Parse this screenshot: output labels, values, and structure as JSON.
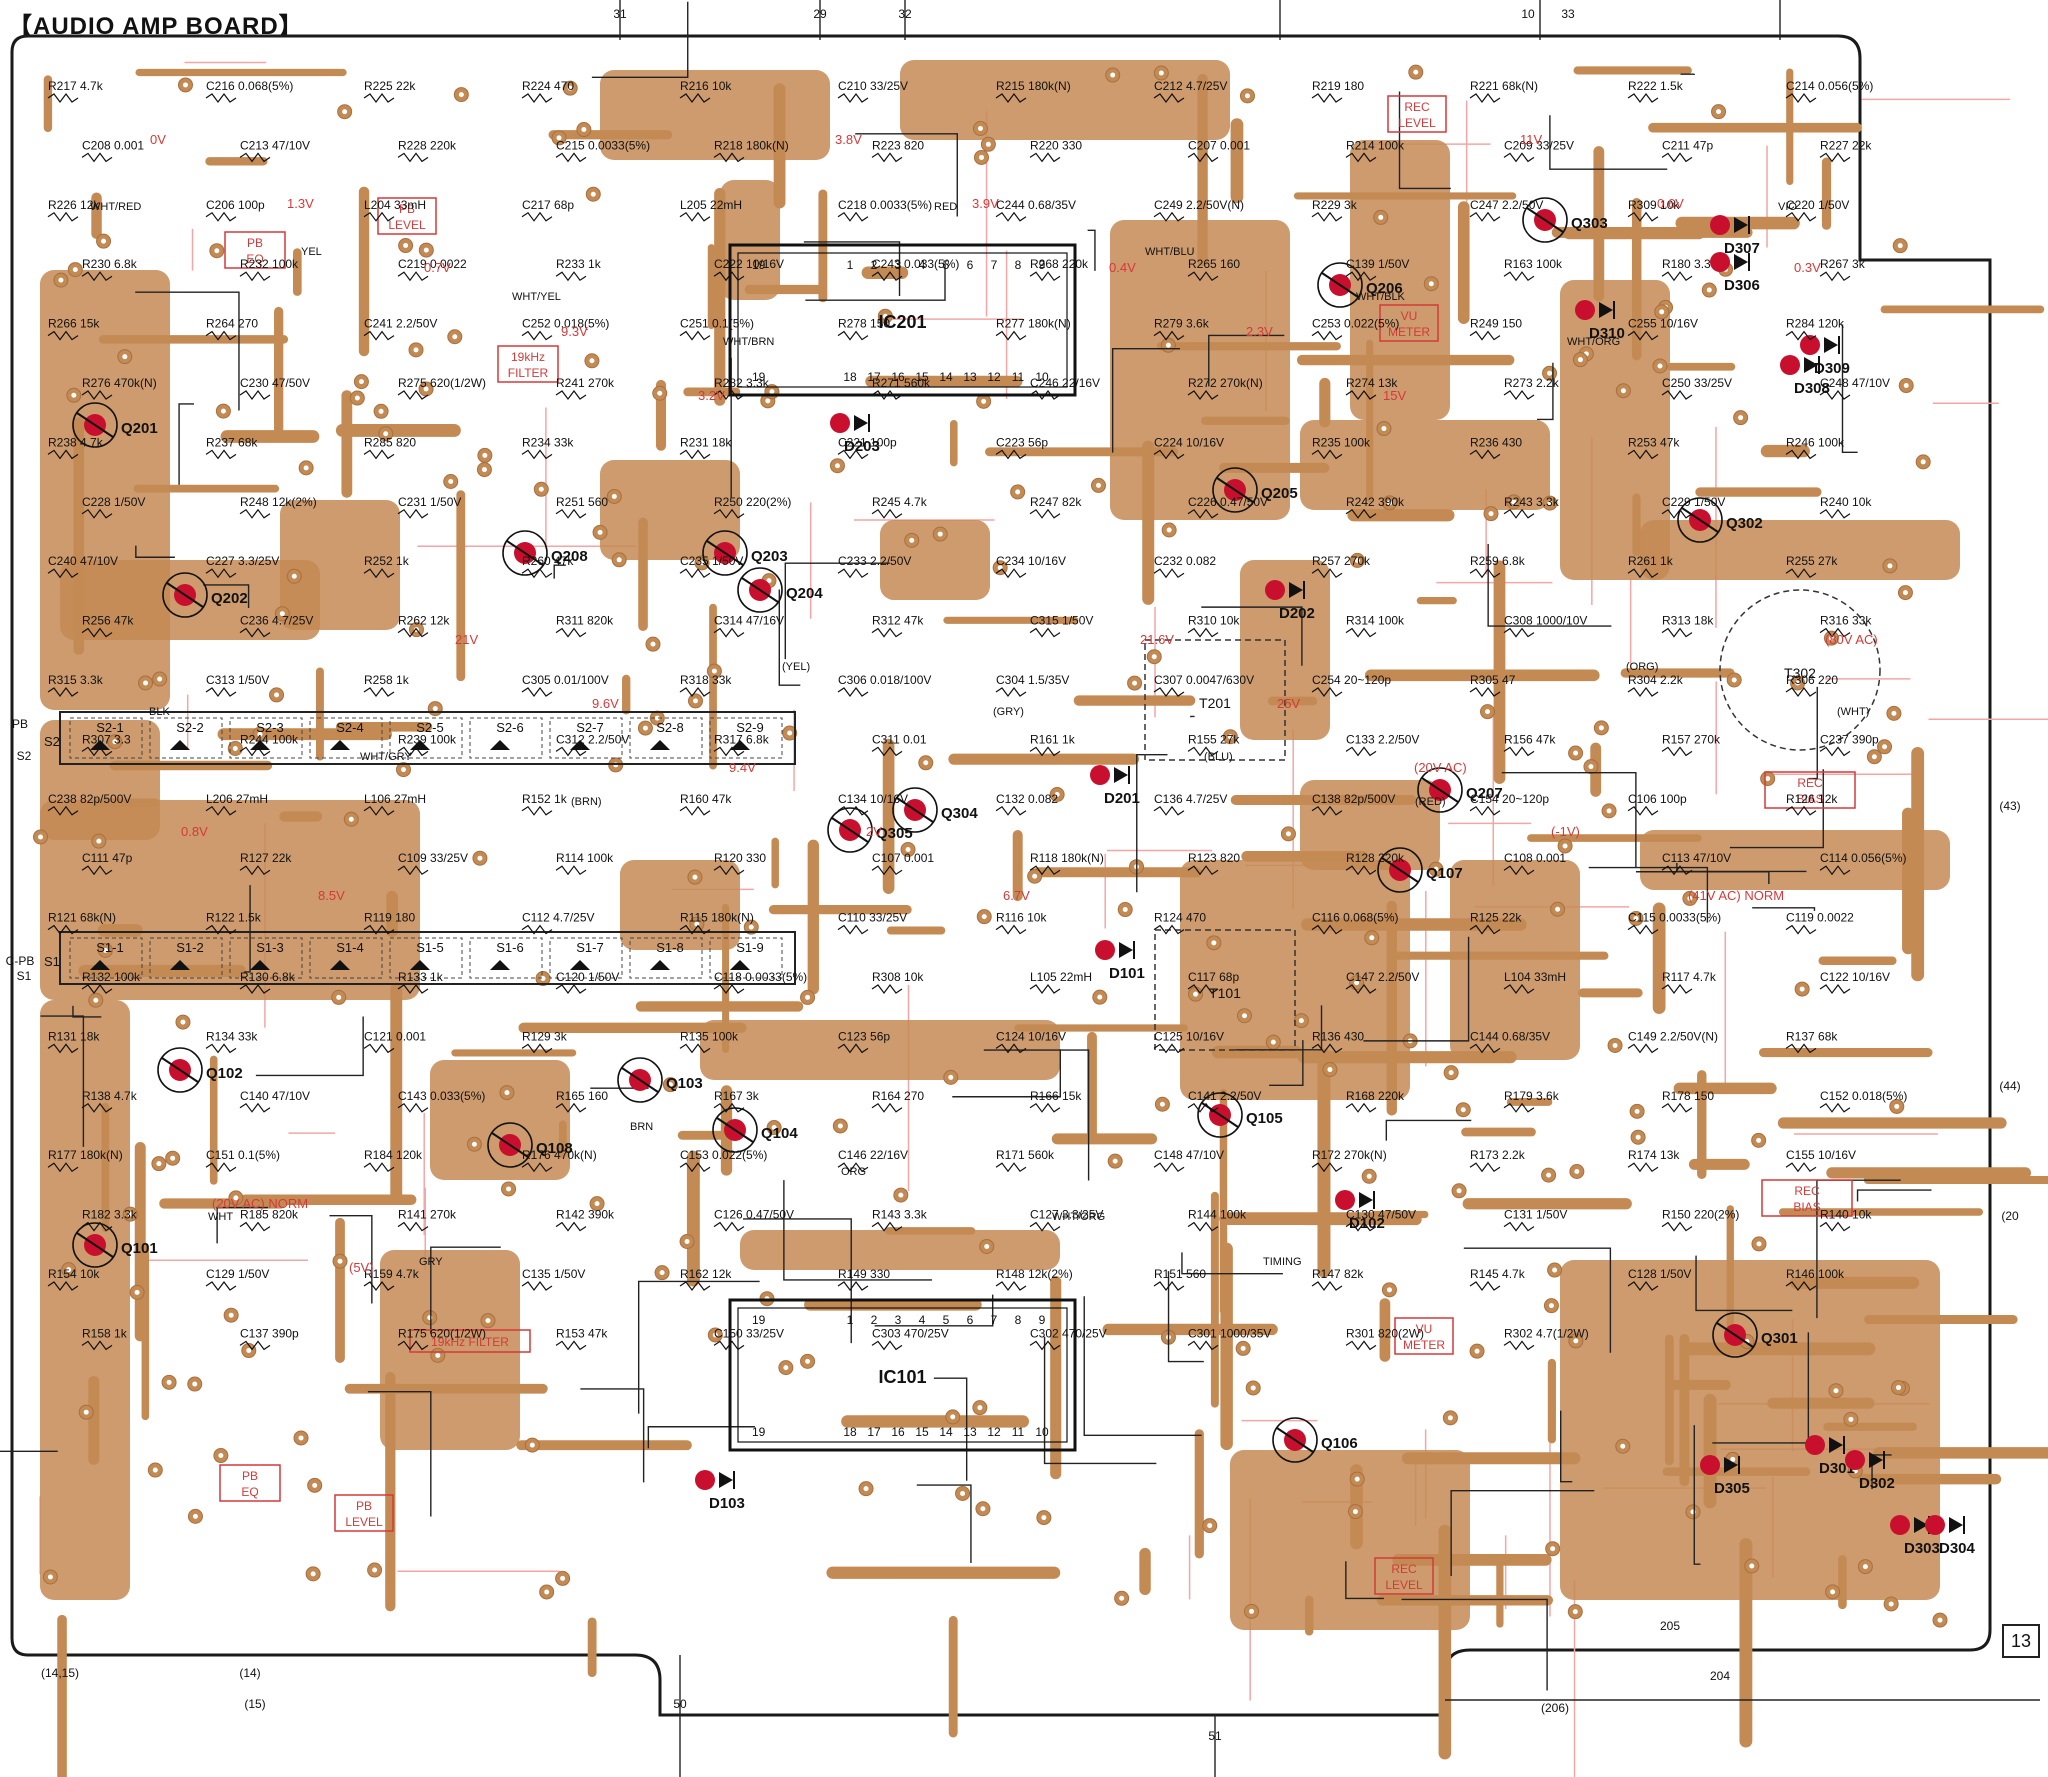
{
  "title": "【AUDIO AMP BOARD】",
  "figure_number": "13",
  "colors": {
    "copper": "#C48A54",
    "copper_dark": "#A8703F",
    "outline": "#1a1a1a",
    "silk_red": "#D43A3A",
    "pink_guide": "#F2A6A6",
    "device_dot": "#C8102E"
  },
  "boxed_labels": [
    {
      "id": "pb-eq-top",
      "text": "PB EQ"
    },
    {
      "id": "pb-level-top",
      "text": "PB LEVEL"
    },
    {
      "id": "filter-19k-top",
      "text": "19kHz FILTER"
    },
    {
      "id": "rec-level-top",
      "text": "REC LEVEL"
    },
    {
      "id": "vu-meter-top",
      "text": "VU METER"
    },
    {
      "id": "rec-bias-1",
      "text": "REC BIAS"
    },
    {
      "id": "rec-bias-2",
      "text": "REC BIAS"
    },
    {
      "id": "pb-eq-bot",
      "text": "PB EQ"
    },
    {
      "id": "pb-level-bot",
      "text": "PB LEVEL"
    },
    {
      "id": "filter-19k-bot",
      "text": "19kHz FILTER"
    },
    {
      "id": "vu-meter-bot",
      "text": "VU METER"
    },
    {
      "id": "rec-level-bot",
      "text": "REC LEVEL"
    }
  ],
  "ics": [
    {
      "id": "ic201",
      "name": "IC201",
      "pin_top_left": "19",
      "pin_bottom_left": "19",
      "pins_top": [
        "1",
        "2",
        "3",
        "4",
        "5",
        "6",
        "7",
        "8",
        "9"
      ],
      "pins_bottom": [
        "18",
        "17",
        "16",
        "15",
        "14",
        "13",
        "12",
        "11",
        "10"
      ]
    },
    {
      "id": "ic101",
      "name": "IC101",
      "pin_top_left": "19",
      "pin_bottom_left": "19",
      "pins_top": [
        "1",
        "2",
        "3",
        "4",
        "5",
        "6",
        "7",
        "8",
        "9"
      ],
      "pins_bottom": [
        "18",
        "17",
        "16",
        "15",
        "14",
        "13",
        "12",
        "11",
        "10"
      ]
    }
  ],
  "transistors": [
    "Q201",
    "Q202",
    "Q208",
    "Q203",
    "Q204",
    "Q205",
    "Q206",
    "Q207",
    "Q303",
    "Q302",
    "Q305",
    "Q304",
    "Q101",
    "Q102",
    "Q108",
    "Q103",
    "Q104",
    "Q105",
    "Q106",
    "Q107",
    "Q301"
  ],
  "diodes": [
    "D203",
    "D202",
    "D201",
    "D101",
    "D102",
    "D103",
    "D307",
    "D306",
    "D310",
    "D309",
    "D308",
    "D305",
    "D301",
    "D302",
    "D303",
    "D304"
  ],
  "transformers": [
    "T201",
    "T101",
    "T302"
  ],
  "switches": {
    "s2": {
      "name": "S2",
      "sections": [
        "S2-1",
        "S2-2",
        "S2-3",
        "S2-4",
        "S2-5",
        "S2-6",
        "S2-7",
        "S2-8",
        "S2-9"
      ]
    },
    "s1": {
      "name": "S1",
      "sections": [
        "S1-1",
        "S1-2",
        "S1-3",
        "S1-4",
        "S1-5",
        "S1-6",
        "S1-7",
        "S1-8",
        "S1-9"
      ]
    }
  },
  "parts": [
    {
      "t": "R217 4.7k"
    },
    {
      "t": "C216 0.068(5%)"
    },
    {
      "t": "R225 22k"
    },
    {
      "t": "R224 470"
    },
    {
      "t": "R216 10k"
    },
    {
      "t": "C210 33/25V"
    },
    {
      "t": "R215 180k(N)"
    },
    {
      "t": "C212 4.7/25V"
    },
    {
      "t": "R219 180"
    },
    {
      "t": "R221 68k(N)"
    },
    {
      "t": "R222 1.5k"
    },
    {
      "t": "C214 0.056(5%)"
    },
    {
      "t": "C208 0.001"
    },
    {
      "t": "C213 47/10V"
    },
    {
      "t": "R228 220k"
    },
    {
      "t": "C215 0.0033(5%)"
    },
    {
      "t": "R218 180k(N)"
    },
    {
      "t": "R223 820"
    },
    {
      "t": "R220 330"
    },
    {
      "t": "C207 0.001"
    },
    {
      "t": "R214 100k"
    },
    {
      "t": "C209 33/25V"
    },
    {
      "t": "C211 47p"
    },
    {
      "t": "R227 22k"
    },
    {
      "t": "R226 12k"
    },
    {
      "t": "C206 100p"
    },
    {
      "t": "L204 33mH"
    },
    {
      "t": "C217 68p"
    },
    {
      "t": "L205 22mH"
    },
    {
      "t": "C218 0.0033(5%)"
    },
    {
      "t": "C244 0.68/35V"
    },
    {
      "t": "C249 2.2/50V(N)"
    },
    {
      "t": "R229 3k"
    },
    {
      "t": "C247 2.2/50V"
    },
    {
      "t": "R309 10k"
    },
    {
      "t": "C220 1/50V"
    },
    {
      "t": "R230 6.8k"
    },
    {
      "t": "R232 100k"
    },
    {
      "t": "C219 0.0022"
    },
    {
      "t": "R233 1k"
    },
    {
      "t": "C222 10/16V"
    },
    {
      "t": "C243 0.033(5%)"
    },
    {
      "t": "R268 220k"
    },
    {
      "t": "R265 160"
    },
    {
      "t": "C139 1/50V"
    },
    {
      "t": "R163 100k"
    },
    {
      "t": "R180 3.3"
    },
    {
      "t": "R267 3k"
    },
    {
      "t": "R266 15k"
    },
    {
      "t": "R264 270"
    },
    {
      "t": "C241 2.2/50V"
    },
    {
      "t": "C252 0.018(5%)"
    },
    {
      "t": "C251 0.1(5%)"
    },
    {
      "t": "R278 150"
    },
    {
      "t": "R277 180k(N)"
    },
    {
      "t": "R279 3.6k"
    },
    {
      "t": "C253 0.022(5%)"
    },
    {
      "t": "R249 150"
    },
    {
      "t": "C255 10/16V"
    },
    {
      "t": "R284 120k"
    },
    {
      "t": "R276 470k(N)"
    },
    {
      "t": "C230 47/50V"
    },
    {
      "t": "R275 620(1/2W)"
    },
    {
      "t": "R241 270k"
    },
    {
      "t": "R282 3.3k"
    },
    {
      "t": "R271 560k"
    },
    {
      "t": "C246 22/16V"
    },
    {
      "t": "R272 270k(N)"
    },
    {
      "t": "R274 13k"
    },
    {
      "t": "R273 2.2k"
    },
    {
      "t": "C250 33/25V"
    },
    {
      "t": "C248 47/10V"
    },
    {
      "t": "R238 4.7k"
    },
    {
      "t": "R237 68k"
    },
    {
      "t": "R285 820"
    },
    {
      "t": "R234 33k"
    },
    {
      "t": "R231 18k"
    },
    {
      "t": "C221 100p"
    },
    {
      "t": "C223 56p"
    },
    {
      "t": "C224 10/16V"
    },
    {
      "t": "R235 100k"
    },
    {
      "t": "R236 430"
    },
    {
      "t": "R253 47k"
    },
    {
      "t": "R246 100k"
    },
    {
      "t": "C228 1/50V"
    },
    {
      "t": "R248 12k(2%)"
    },
    {
      "t": "C231 1/50V"
    },
    {
      "t": "R251 560"
    },
    {
      "t": "R250 220(2%)"
    },
    {
      "t": "R245 4.7k"
    },
    {
      "t": "R247 82k"
    },
    {
      "t": "C226 0.47/50V"
    },
    {
      "t": "R242 390k"
    },
    {
      "t": "R243 3.3k"
    },
    {
      "t": "C229 1/50V"
    },
    {
      "t": "R240 10k"
    },
    {
      "t": "C240 47/10V"
    },
    {
      "t": "C227 3.3/25V"
    },
    {
      "t": "R252 1k"
    },
    {
      "t": "R260 47k"
    },
    {
      "t": "C235 1/50V"
    },
    {
      "t": "C233 2.2/50V"
    },
    {
      "t": "C234 10/16V"
    },
    {
      "t": "C232 0.082"
    },
    {
      "t": "R257 270k"
    },
    {
      "t": "R259 6.8k"
    },
    {
      "t": "R261 1k"
    },
    {
      "t": "R255 27k"
    },
    {
      "t": "R256 47k"
    },
    {
      "t": "C236 4.7/25V"
    },
    {
      "t": "R262 12k"
    },
    {
      "t": "R311 820k"
    },
    {
      "t": "C314 47/16V"
    },
    {
      "t": "R312 47k"
    },
    {
      "t": "C315 1/50V"
    },
    {
      "t": "R310 10k"
    },
    {
      "t": "R314 100k"
    },
    {
      "t": "C308 1000/10V"
    },
    {
      "t": "R313 18k"
    },
    {
      "t": "R316 33k"
    },
    {
      "t": "R315 3.3k"
    },
    {
      "t": "C313 1/50V"
    },
    {
      "t": "R258 1k"
    },
    {
      "t": "C305 0.01/100V"
    },
    {
      "t": "R318 33k"
    },
    {
      "t": "C306 0.018/100V"
    },
    {
      "t": "C304 1.5/35V"
    },
    {
      "t": "C307 0.0047/630V"
    },
    {
      "t": "C254 20~120p"
    },
    {
      "t": "R305 47"
    },
    {
      "t": "R304 2.2k"
    },
    {
      "t": "R306 220"
    },
    {
      "t": "R307 3.3"
    },
    {
      "t": "R244 100k"
    },
    {
      "t": "R239 100k"
    },
    {
      "t": "C312 2.2/50V"
    },
    {
      "t": "R317 6.8k"
    },
    {
      "t": "C311 0.01"
    },
    {
      "t": "R161 1k"
    },
    {
      "t": "R155 27k"
    },
    {
      "t": "C133 2.2/50V"
    },
    {
      "t": "R156 47k"
    },
    {
      "t": "R157 270k"
    },
    {
      "t": "C237 390p"
    },
    {
      "t": "C238 82p/500V"
    },
    {
      "t": "L206 27mH"
    },
    {
      "t": "L106 27mH"
    },
    {
      "t": "R152 1k"
    },
    {
      "t": "R160 47k"
    },
    {
      "t": "C134 10/16V"
    },
    {
      "t": "C132 0.082"
    },
    {
      "t": "C136 4.7/25V"
    },
    {
      "t": "C138 82p/500V"
    },
    {
      "t": "C154 20~120p"
    },
    {
      "t": "C106 100p"
    },
    {
      "t": "R126 12k"
    },
    {
      "t": "C111 47p"
    },
    {
      "t": "R127 22k"
    },
    {
      "t": "C109 33/25V"
    },
    {
      "t": "R114 100k"
    },
    {
      "t": "R120 330"
    },
    {
      "t": "C107 0.001"
    },
    {
      "t": "R118 180k(N)"
    },
    {
      "t": "R123 820"
    },
    {
      "t": "R128 220k"
    },
    {
      "t": "C108 0.001"
    },
    {
      "t": "C113 47/10V"
    },
    {
      "t": "C114 0.056(5%)"
    },
    {
      "t": "R121 68k(N)"
    },
    {
      "t": "R122 1.5k"
    },
    {
      "t": "R119 180"
    },
    {
      "t": "C112 4.7/25V"
    },
    {
      "t": "R115 180k(N)"
    },
    {
      "t": "C110 33/25V"
    },
    {
      "t": "R116 10k"
    },
    {
      "t": "R124 470"
    },
    {
      "t": "C116 0.068(5%)"
    },
    {
      "t": "R125 22k"
    },
    {
      "t": "C115 0.0033(5%)"
    },
    {
      "t": "C119 0.0022"
    },
    {
      "t": "R132 100k"
    },
    {
      "t": "R130 6.8k"
    },
    {
      "t": "R133 1k"
    },
    {
      "t": "C120 1/50V"
    },
    {
      "t": "C118 0.0033(5%)"
    },
    {
      "t": "R308 10k"
    },
    {
      "t": "L105 22mH"
    },
    {
      "t": "C117 68p"
    },
    {
      "t": "C147 2.2/50V"
    },
    {
      "t": "L104 33mH"
    },
    {
      "t": "R117 4.7k"
    },
    {
      "t": "C122 10/16V"
    },
    {
      "t": "R131 18k"
    },
    {
      "t": "R134 33k"
    },
    {
      "t": "C121 0.001"
    },
    {
      "t": "R129 3k"
    },
    {
      "t": "R135 100k"
    },
    {
      "t": "C123 56p"
    },
    {
      "t": "C124 10/16V"
    },
    {
      "t": "C125 10/16V"
    },
    {
      "t": "R136 430"
    },
    {
      "t": "C144 0.68/35V"
    },
    {
      "t": "C149 2.2/50V(N)"
    },
    {
      "t": "R137 68k"
    },
    {
      "t": "R138 4.7k"
    },
    {
      "t": "C140 47/10V"
    },
    {
      "t": "C143 0.033(5%)"
    },
    {
      "t": "R165 160"
    },
    {
      "t": "R167 3k"
    },
    {
      "t": "R164 270"
    },
    {
      "t": "R166 15k"
    },
    {
      "t": "C141 2.2/50V"
    },
    {
      "t": "R168 220k"
    },
    {
      "t": "R179 3.6k"
    },
    {
      "t": "R178 150"
    },
    {
      "t": "C152 0.018(5%)"
    },
    {
      "t": "R177 180k(N)"
    },
    {
      "t": "C151 0.1(5%)"
    },
    {
      "t": "R184 120k"
    },
    {
      "t": "R176 470k(N)"
    },
    {
      "t": "C153 0.022(5%)"
    },
    {
      "t": "C146 22/16V"
    },
    {
      "t": "R171 560k"
    },
    {
      "t": "C148 47/10V"
    },
    {
      "t": "R172 270k(N)"
    },
    {
      "t": "R173 2.2k"
    },
    {
      "t": "R174 13k"
    },
    {
      "t": "C155 10/16V"
    },
    {
      "t": "R182 3.3k"
    },
    {
      "t": "R185 820k"
    },
    {
      "t": "R141 270k"
    },
    {
      "t": "R142 390k"
    },
    {
      "t": "C126 0.47/50V"
    },
    {
      "t": "R143 3.3k"
    },
    {
      "t": "C127 3.3/25V"
    },
    {
      "t": "R144 100k"
    },
    {
      "t": "C130 47/50V"
    },
    {
      "t": "C131 1/50V"
    },
    {
      "t": "R150 220(2%)"
    },
    {
      "t": "R140 10k"
    },
    {
      "t": "R154 10k"
    },
    {
      "t": "C129 1/50V"
    },
    {
      "t": "R159 4.7k"
    },
    {
      "t": "C135 1/50V"
    },
    {
      "t": "R162 12k"
    },
    {
      "t": "R149 330"
    },
    {
      "t": "R148 12k(2%)"
    },
    {
      "t": "R151 560"
    },
    {
      "t": "R147 82k"
    },
    {
      "t": "R145 4.7k"
    },
    {
      "t": "C128 1/50V"
    },
    {
      "t": "R146 100k"
    },
    {
      "t": "R158 1k"
    },
    {
      "t": "C137 390p"
    },
    {
      "t": "R175 620(1/2W)"
    },
    {
      "t": "R153 47k"
    },
    {
      "t": "C150 33/25V"
    },
    {
      "t": "C303 470/25V"
    },
    {
      "t": "C302 470/25V"
    },
    {
      "t": "C301 1000/35V"
    },
    {
      "t": "R301 820(2W)"
    },
    {
      "t": "R302 4.7(1/2W)"
    }
  ],
  "voltages": [
    {
      "t": "0V"
    },
    {
      "t": "1.3V"
    },
    {
      "t": "0.7V"
    },
    {
      "t": "9.3V"
    },
    {
      "t": "3.2V"
    },
    {
      "t": "3.8V"
    },
    {
      "t": "3.9V"
    },
    {
      "t": "0.4V"
    },
    {
      "t": "2.3V"
    },
    {
      "t": "15V"
    },
    {
      "t": "11V"
    },
    {
      "t": "0.6V"
    },
    {
      "t": "0.3V"
    },
    {
      "t": "0.8V"
    },
    {
      "t": "8.5V"
    },
    {
      "t": "21V"
    },
    {
      "t": "9.6V"
    },
    {
      "t": "9.4V"
    },
    {
      "t": "2V"
    },
    {
      "t": "6.7V"
    },
    {
      "t": "21.6V"
    },
    {
      "t": "25V"
    },
    {
      "t": "(20V AC)"
    },
    {
      "t": "(-1V)"
    },
    {
      "t": "(41V AC) NORM"
    },
    {
      "t": "(80V AC)"
    },
    {
      "t": "(20V AC) NORM"
    },
    {
      "t": "(5V)"
    }
  ],
  "wires": [
    {
      "t": "WHT/RED"
    },
    {
      "t": "YEL"
    },
    {
      "t": "WHT/YEL"
    },
    {
      "t": "WHT/BRN"
    },
    {
      "t": "RED"
    },
    {
      "t": "WHT/BLU"
    },
    {
      "t": "WHT/BLK"
    },
    {
      "t": "WHT/ORG"
    },
    {
      "t": "VIO"
    },
    {
      "t": "BLK"
    },
    {
      "t": "WHT/GRY"
    },
    {
      "t": "(BRN)"
    },
    {
      "t": "(YEL)"
    },
    {
      "t": "(GRY)"
    },
    {
      "t": "(BLU)"
    },
    {
      "t": "(RED)"
    },
    {
      "t": "(ORG)"
    },
    {
      "t": "(WHT)"
    },
    {
      "t": "WHT"
    },
    {
      "t": "GRY"
    },
    {
      "t": "BRN"
    },
    {
      "t": "ORG"
    },
    {
      "t": "WHT/ORG"
    },
    {
      "t": "TIMING"
    }
  ],
  "connectors": [
    {
      "t": "31"
    },
    {
      "t": "29"
    },
    {
      "t": "32"
    },
    {
      "t": "10"
    },
    {
      "t": "33"
    },
    {
      "t": "(43)"
    },
    {
      "t": "(44)"
    },
    {
      "t": "(20"
    },
    {
      "t": "(14,15)"
    },
    {
      "t": "(14)"
    },
    {
      "t": "(15)"
    },
    {
      "t": "50"
    },
    {
      "t": "51"
    },
    {
      "t": "(206)"
    },
    {
      "t": "204"
    },
    {
      "t": "205"
    },
    {
      "t": "PB"
    },
    {
      "t": "C-PB"
    },
    {
      "t": "S2"
    },
    {
      "t": "S1"
    }
  ]
}
